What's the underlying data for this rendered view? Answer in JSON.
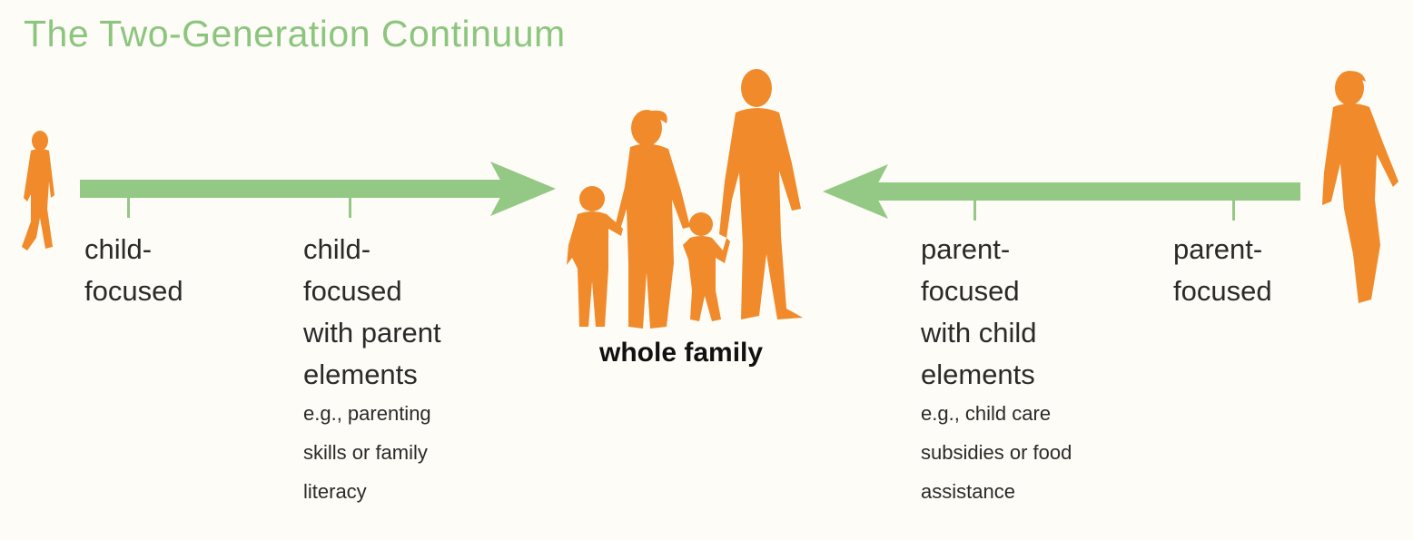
{
  "title": "The Two-Generation Continuum",
  "colors": {
    "title": "#8cc57e",
    "arrow": "#93c985",
    "figure": "#f08a2a",
    "background": "#fdfcf6"
  },
  "icons": {
    "left_figure": "child-silhouette-icon",
    "center_figure": "family-silhouette-icon",
    "right_figure": "parent-silhouette-icon"
  },
  "left_side": {
    "point1": {
      "label": "child-\nfocused"
    },
    "point2": {
      "label": "child-\nfocused\nwith parent\nelements",
      "example": "e.g., parenting\nskills or family\nliteracy"
    }
  },
  "center": {
    "label": "whole family"
  },
  "right_side": {
    "point1": {
      "label": "parent-\nfocused\nwith child\nelements",
      "example": "e.g., child care\nsubsidies or food\nassistance"
    },
    "point2": {
      "label": "parent-\nfocused"
    }
  }
}
